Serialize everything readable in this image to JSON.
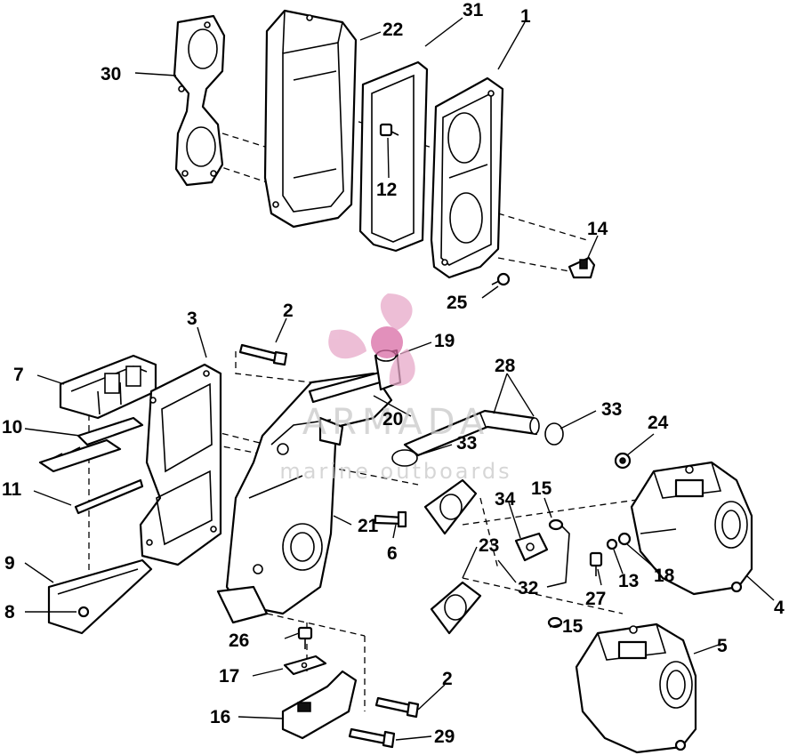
{
  "watermark": {
    "brand": "ARMADA",
    "tagline": "marine outboards",
    "brand_color": "#c9c9c9",
    "logo_color": "#e7a9c9",
    "icon": "propeller-icon"
  },
  "callouts": {
    "c1": "1",
    "c2a": "2",
    "c2b": "2",
    "c3": "3",
    "c4": "4",
    "c5": "5",
    "c6": "6",
    "c7": "7",
    "c8": "8",
    "c9": "9",
    "c10": "10",
    "c11": "11",
    "c12": "12",
    "c13": "13",
    "c14": "14",
    "c15a": "15",
    "c15b": "15",
    "c16": "16",
    "c17": "17",
    "c18": "18",
    "c19": "19",
    "c20": "20",
    "c21": "21",
    "c22": "22",
    "c23": "23",
    "c24": "24",
    "c25": "25",
    "c26": "26",
    "c27": "27",
    "c28": "28",
    "c29": "29",
    "c30": "30",
    "c31": "31",
    "c32": "32",
    "c33a": "33",
    "c33b": "33",
    "c34": "34"
  }
}
